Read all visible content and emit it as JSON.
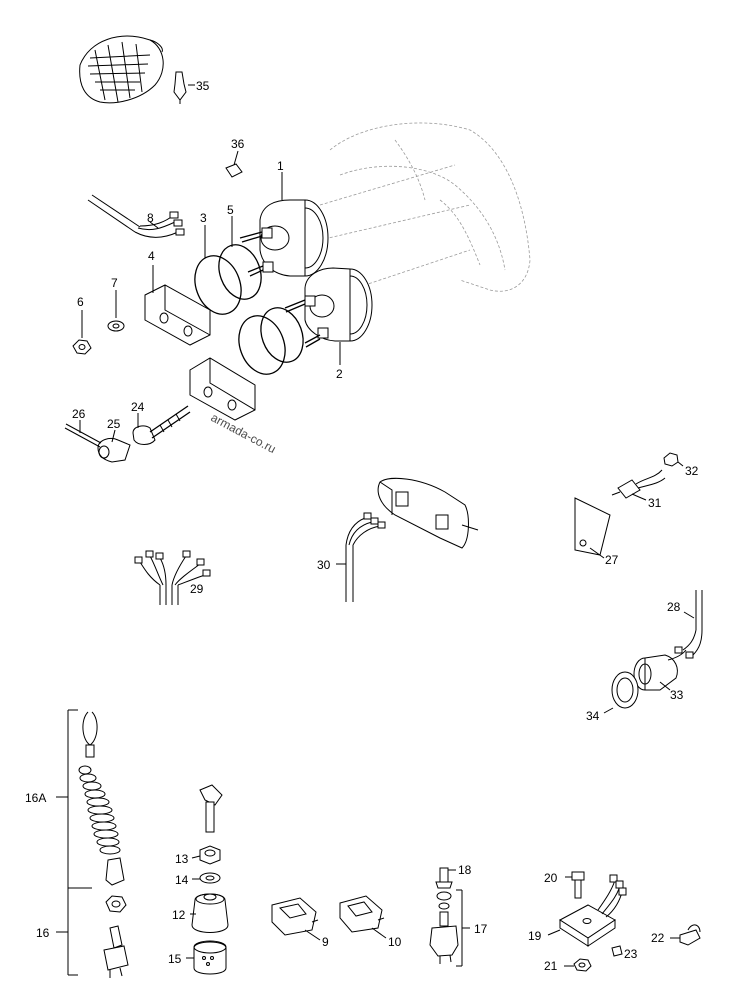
{
  "watermark": "armada-co.ru",
  "callouts": {
    "c1": "1",
    "c2": "2",
    "c3": "3",
    "c4": "4",
    "c5": "5",
    "c6": "6",
    "c7": "7",
    "c8": "8",
    "c9": "9",
    "c10": "10",
    "c12": "12",
    "c13": "13",
    "c14": "14",
    "c15": "15",
    "c16": "16",
    "c16a": "16A",
    "c17": "17",
    "c18": "18",
    "c19": "19",
    "c20": "20",
    "c21": "21",
    "c22": "22",
    "c23": "23",
    "c24": "24",
    "c25": "25",
    "c26": "26",
    "c27": "27",
    "c28": "28",
    "c29": "29",
    "c30": "30",
    "c31": "31",
    "c32": "32",
    "c33": "33",
    "c34": "34",
    "c35": "35",
    "c36": "36"
  }
}
